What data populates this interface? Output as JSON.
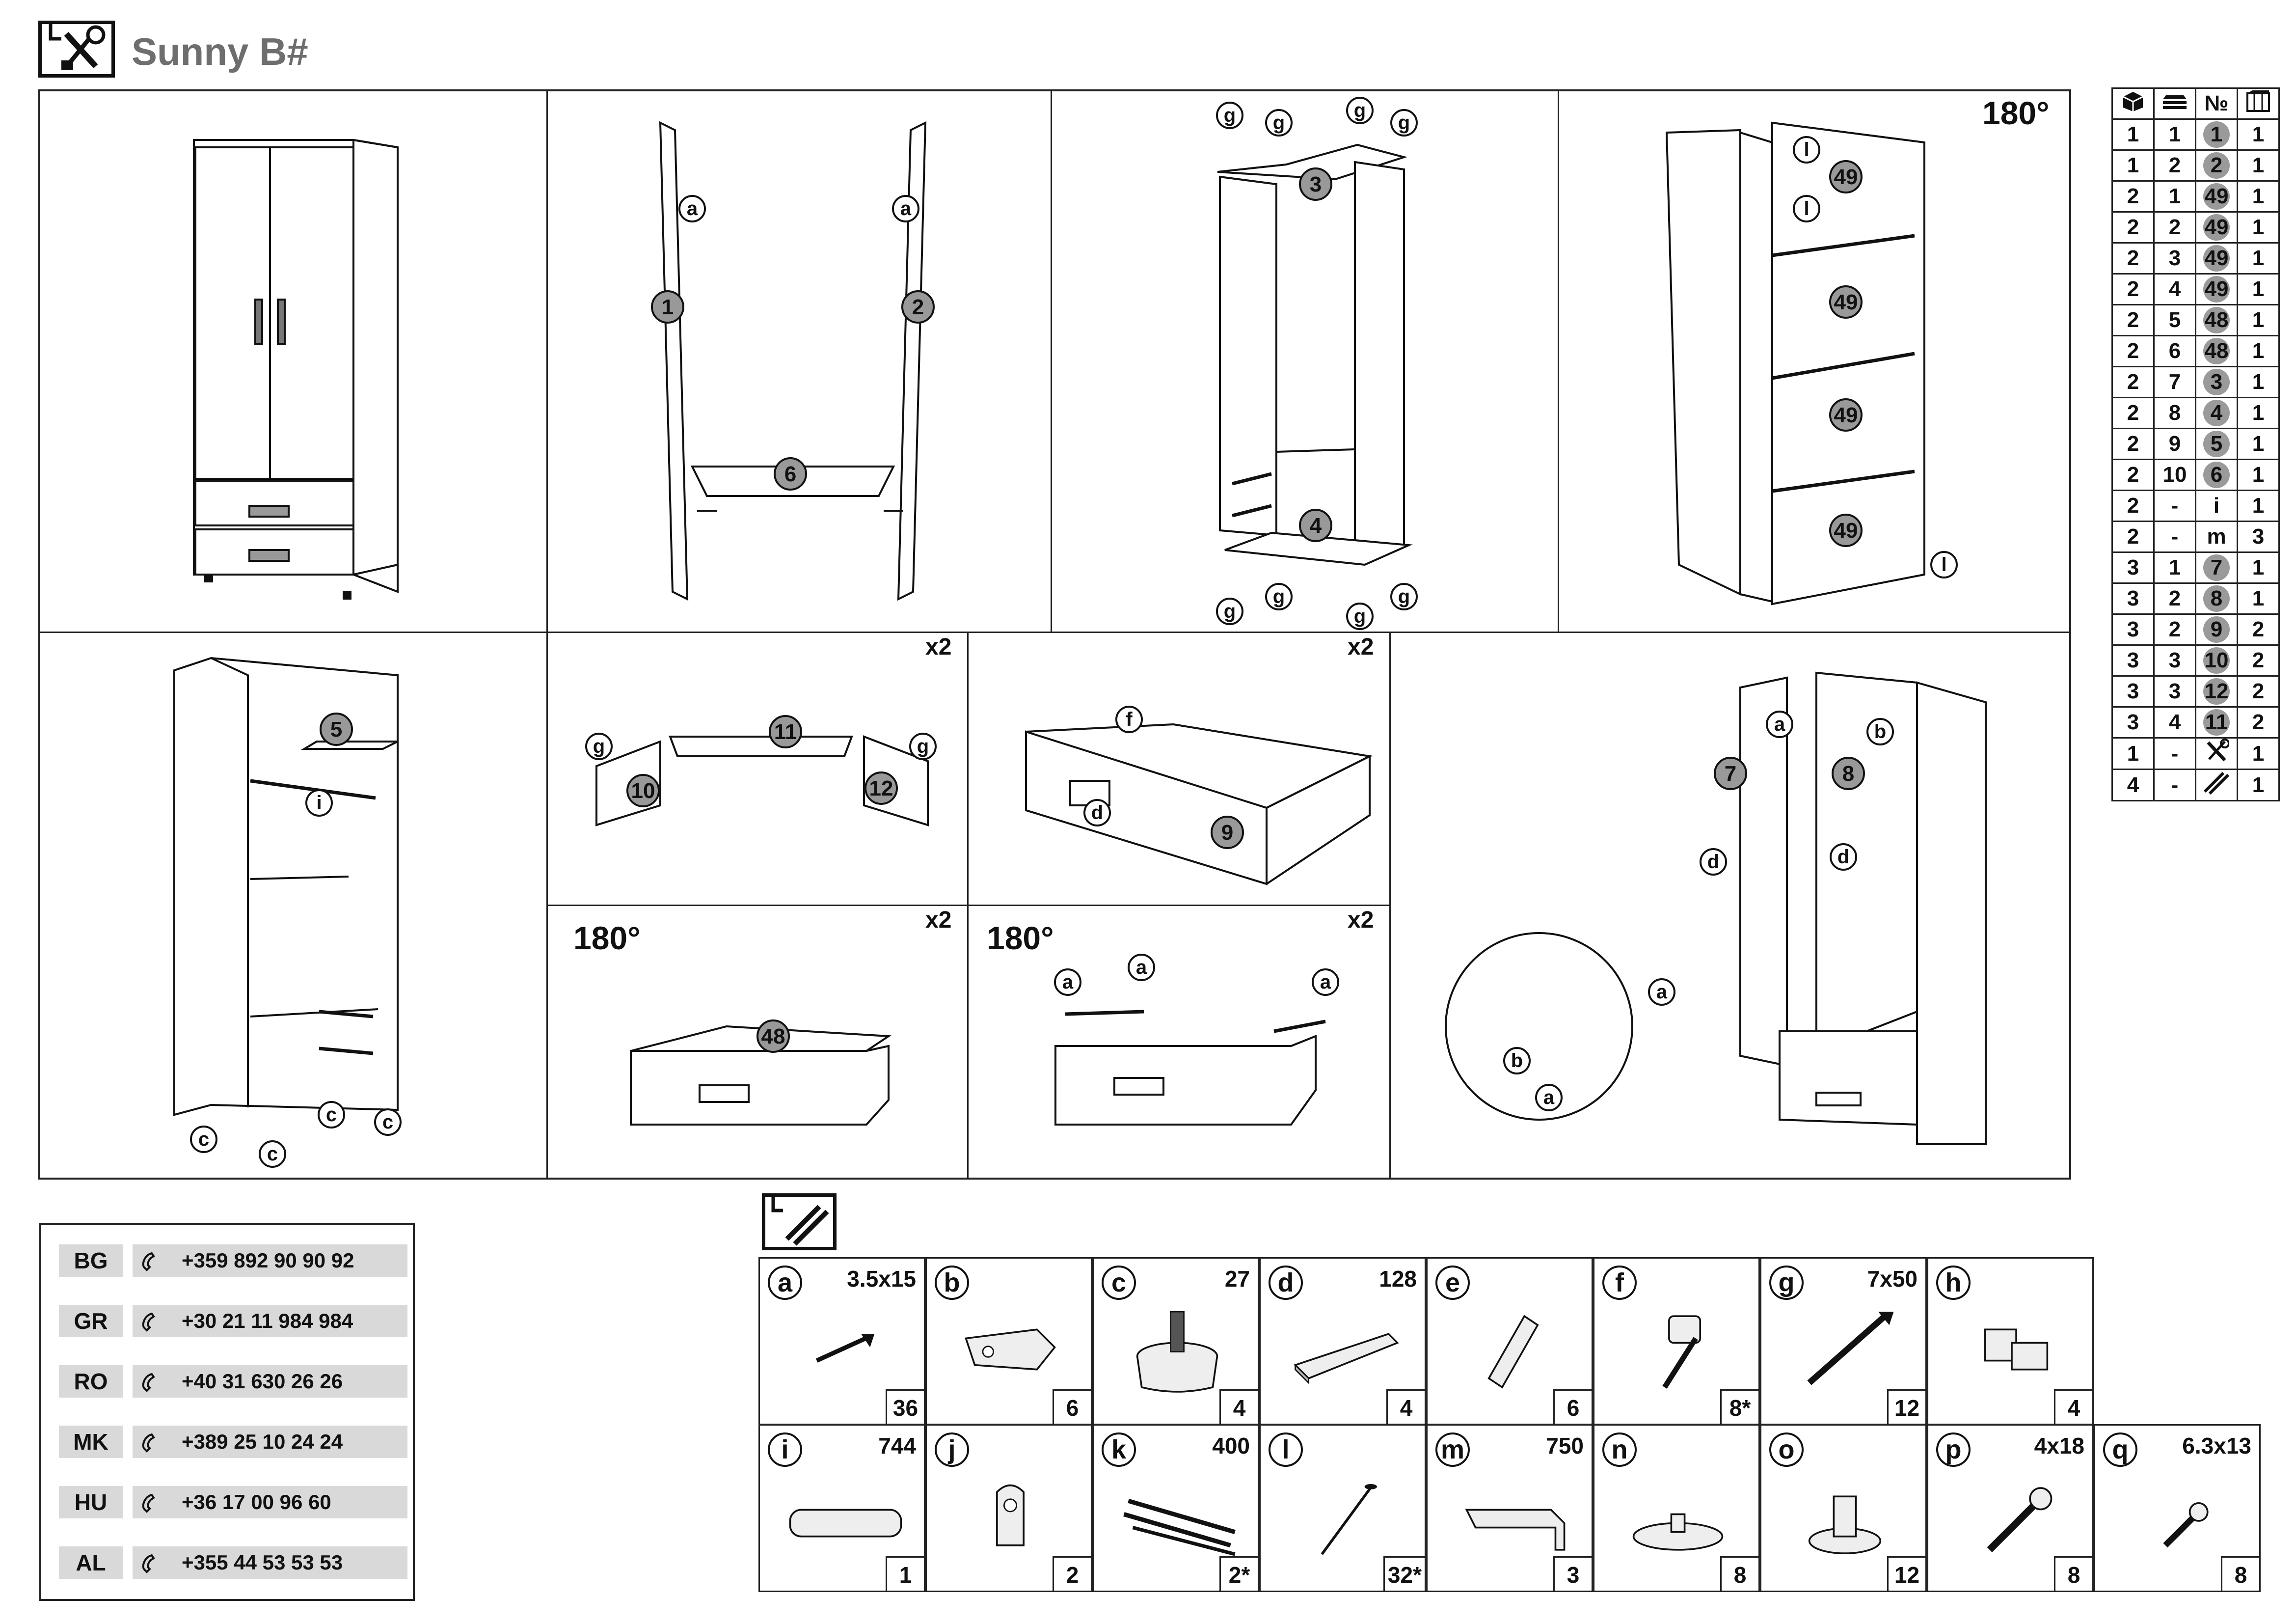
{
  "header": {
    "title": "Sunny B#",
    "icon": "tools-icon"
  },
  "steps": {
    "rotate_label": "180°",
    "times2_label": "x2"
  },
  "parts_table": {
    "header_icons": [
      "box-icon",
      "layers-icon",
      "number-icon",
      "count-icon"
    ],
    "number_header": "№",
    "rows": [
      [
        "1",
        "1",
        "1",
        "1"
      ],
      [
        "1",
        "2",
        "2",
        "1"
      ],
      [
        "2",
        "1",
        "49",
        "1"
      ],
      [
        "2",
        "2",
        "49",
        "1"
      ],
      [
        "2",
        "3",
        "49",
        "1"
      ],
      [
        "2",
        "4",
        "49",
        "1"
      ],
      [
        "2",
        "5",
        "48",
        "1"
      ],
      [
        "2",
        "6",
        "48",
        "1"
      ],
      [
        "2",
        "7",
        "3",
        "1"
      ],
      [
        "2",
        "8",
        "4",
        "1"
      ],
      [
        "2",
        "9",
        "5",
        "1"
      ],
      [
        "2",
        "10",
        "6",
        "1"
      ],
      [
        "2",
        "-",
        "i",
        "1"
      ],
      [
        "2",
        "-",
        "m",
        "3"
      ],
      [
        "3",
        "1",
        "7",
        "1"
      ],
      [
        "3",
        "2",
        "8",
        "1"
      ],
      [
        "3",
        "2",
        "9",
        "2"
      ],
      [
        "3",
        "3",
        "10",
        "2"
      ],
      [
        "3",
        "3",
        "12",
        "2"
      ],
      [
        "3",
        "4",
        "11",
        "2"
      ],
      [
        "1",
        "-",
        "tools-icon",
        "1"
      ],
      [
        "4",
        "-",
        "rails-icon",
        "1"
      ]
    ]
  },
  "contacts": [
    {
      "code": "BG",
      "phone": "+359 892 90 90 92"
    },
    {
      "code": "GR",
      "phone": "+30 21 11 984 984"
    },
    {
      "code": "RO",
      "phone": "+40 31 630 26 26"
    },
    {
      "code": "MK",
      "phone": "+389 25 10 24 24"
    },
    {
      "code": "HU",
      "phone": "+36 17 00 96 60"
    },
    {
      "code": "AL",
      "phone": "+355 44 53 53 53"
    }
  ],
  "hardware": [
    {
      "letter": "a",
      "size": "3.5x15",
      "qty": "36"
    },
    {
      "letter": "b",
      "size": "",
      "qty": "6"
    },
    {
      "letter": "c",
      "size": "27",
      "qty": "4"
    },
    {
      "letter": "d",
      "size": "128",
      "qty": "4"
    },
    {
      "letter": "e",
      "size": "",
      "qty": "6"
    },
    {
      "letter": "f",
      "size": "",
      "qty": "8*"
    },
    {
      "letter": "g",
      "size": "7x50",
      "qty": "12"
    },
    {
      "letter": "h",
      "size": "",
      "qty": "4"
    },
    {
      "letter": "i",
      "size": "744",
      "qty": "1"
    },
    {
      "letter": "j",
      "size": "",
      "qty": "2"
    },
    {
      "letter": "k",
      "size": "400",
      "qty": "2*"
    },
    {
      "letter": "l",
      "size": "",
      "qty": "32*"
    },
    {
      "letter": "m",
      "size": "750",
      "qty": "3"
    },
    {
      "letter": "n",
      "size": "",
      "qty": "8"
    },
    {
      "letter": "o",
      "size": "",
      "qty": "12"
    },
    {
      "letter": "p",
      "size": "4x18",
      "qty": "8"
    },
    {
      "letter": "q",
      "size": "6.3x13",
      "qty": "8"
    }
  ]
}
